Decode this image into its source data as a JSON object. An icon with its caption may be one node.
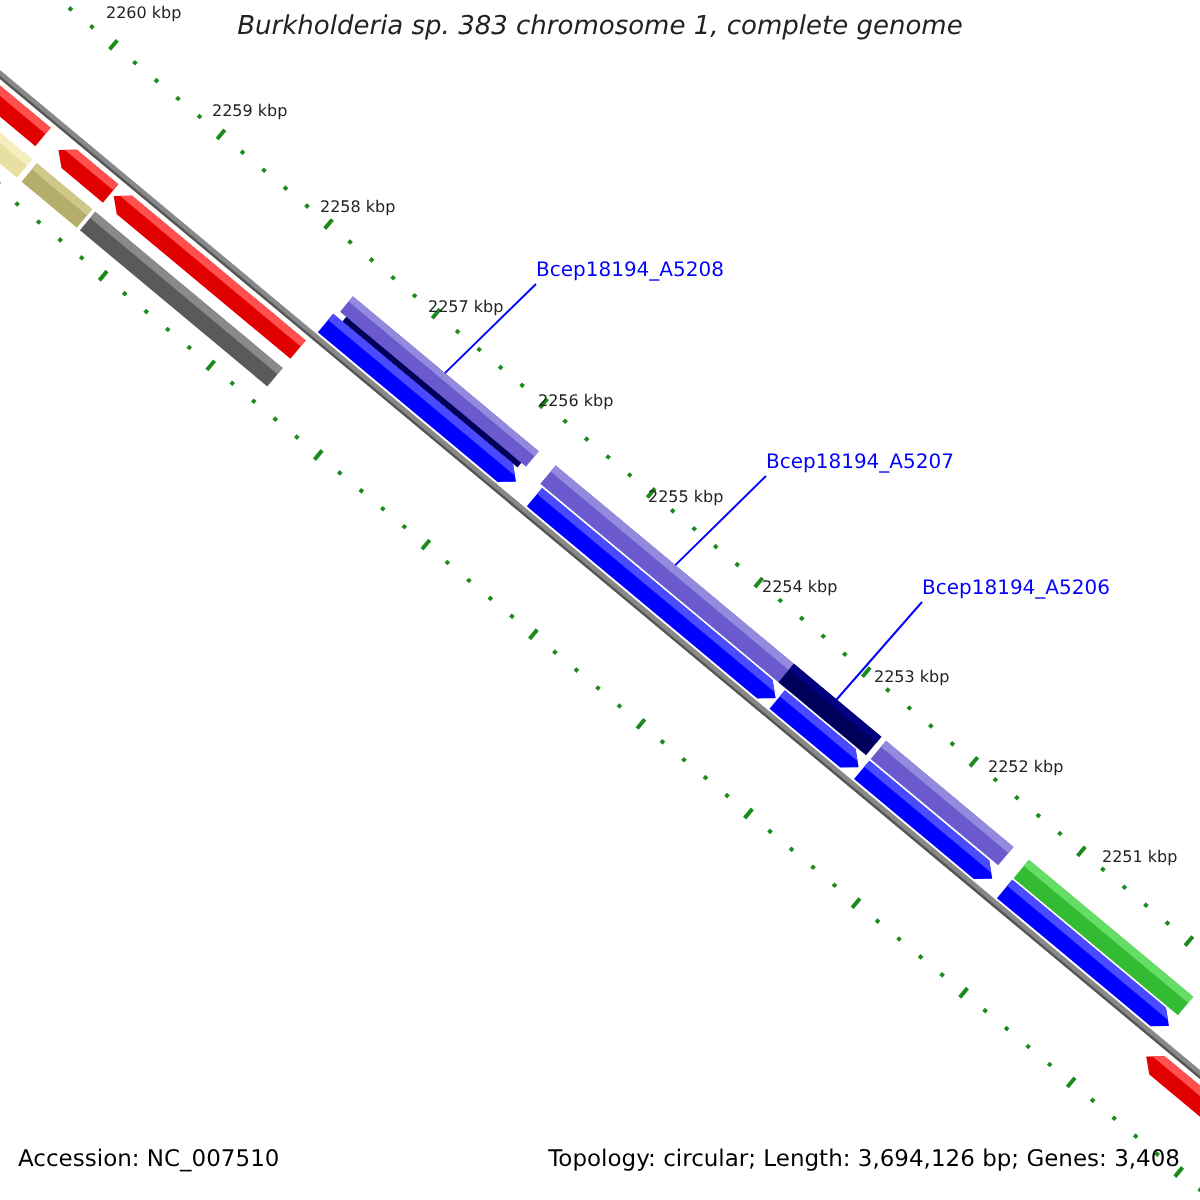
{
  "diagram": {
    "title": "Burkholderia sp. 383 chromosome 1, complete genome",
    "nodes": [
      {
        "text": [
          "Bcep18194_A5208"
        ]
      },
      {
        "text": [
          "Bcep18194_A5207"
        ]
      },
      {
        "text": [
          "Bcep18194_A5206"
        ]
      },
      {
        "text": [],
        "shape": "bar"
      },
      {
        "text": [],
        "shape": "bar"
      },
      {
        "text": [],
        "shape": "bar"
      }
    ],
    "edges": [
      {
        "from": 0,
        "to": 3,
        "arrow": "none"
      },
      {
        "from": 1,
        "to": 4,
        "arrow": "none"
      },
      {
        "from": 2,
        "to": 5,
        "arrow": "none"
      }
    ],
    "labels": [
      "2260 kbp",
      "2259 kbp",
      "2258 kbp",
      "2257 kbp",
      "2256 kbp",
      "2255 kbp",
      "2254 kbp",
      "2253 kbp",
      "2252 kbp",
      "2251 kbp",
      "Accession: NC_007510",
      "Topology: circular; Length: 3,694,126 bp; Genes: 3,408"
    ]
  }
}
